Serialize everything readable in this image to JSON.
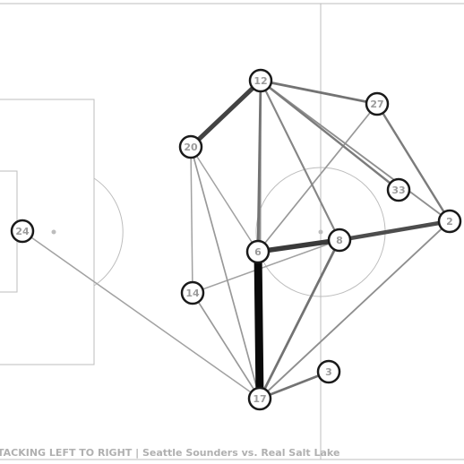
{
  "caption": "TACKING LEFT TO RIGHT | Seattle Sounders vs. Real Salt Lake",
  "colors": {
    "pitch_line": "#bdbdbd",
    "node_stroke": "#1a1a1a",
    "node_fill": "#ffffff",
    "label": "#9b9b9b"
  },
  "players": [
    {
      "id": "p12",
      "number": "12"
    },
    {
      "id": "p27",
      "number": "27"
    },
    {
      "id": "p20",
      "number": "20"
    },
    {
      "id": "p33",
      "number": "33"
    },
    {
      "id": "p2",
      "number": "2"
    },
    {
      "id": "p24",
      "number": "24"
    },
    {
      "id": "p6",
      "number": "6"
    },
    {
      "id": "p8",
      "number": "8"
    },
    {
      "id": "p14",
      "number": "14"
    },
    {
      "id": "p3",
      "number": "3"
    },
    {
      "id": "p17",
      "number": "17"
    }
  ],
  "passes": [
    {
      "from": "p6",
      "to": "p17",
      "strength": 1.0
    },
    {
      "from": "p6",
      "to": "p8",
      "strength": 0.75
    },
    {
      "from": "p12",
      "to": "p20",
      "strength": 0.7
    },
    {
      "from": "p8",
      "to": "p2",
      "strength": 0.65
    },
    {
      "from": "p12",
      "to": "p27",
      "strength": 0.45
    },
    {
      "from": "p12",
      "to": "p6",
      "strength": 0.45
    },
    {
      "from": "p12",
      "to": "p33",
      "strength": 0.4
    },
    {
      "from": "p12",
      "to": "p8",
      "strength": 0.35
    },
    {
      "from": "p12",
      "to": "p2",
      "strength": 0.3
    },
    {
      "from": "p12",
      "to": "p17",
      "strength": 0.3
    },
    {
      "from": "p27",
      "to": "p2",
      "strength": 0.4
    },
    {
      "from": "p27",
      "to": "p6",
      "strength": 0.25
    },
    {
      "from": "p20",
      "to": "p6",
      "strength": 0.2
    },
    {
      "from": "p20",
      "to": "p14",
      "strength": 0.2
    },
    {
      "from": "p20",
      "to": "p17",
      "strength": 0.25
    },
    {
      "from": "p24",
      "to": "p17",
      "strength": 0.2
    },
    {
      "from": "p14",
      "to": "p8",
      "strength": 0.2
    },
    {
      "from": "p14",
      "to": "p17",
      "strength": 0.25
    },
    {
      "from": "p8",
      "to": "p17",
      "strength": 0.45
    },
    {
      "from": "p2",
      "to": "p17",
      "strength": 0.3
    },
    {
      "from": "p3",
      "to": "p17",
      "strength": 0.45
    }
  ]
}
